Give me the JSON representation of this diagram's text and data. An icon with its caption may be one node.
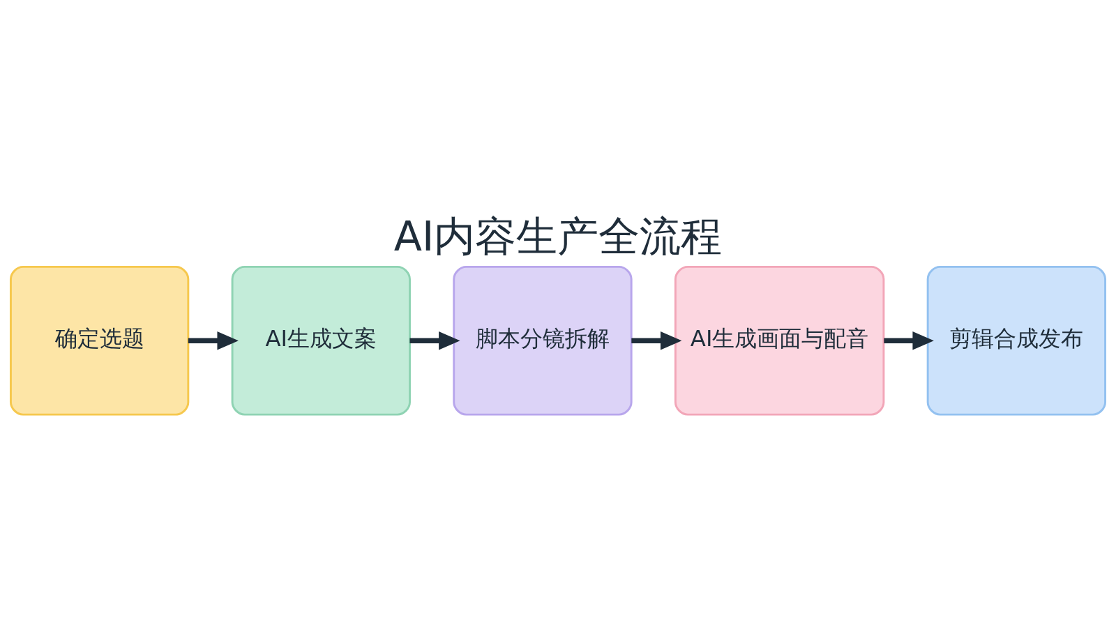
{
  "diagram": {
    "title": "AI内容生产全流程",
    "nodes": [
      {
        "text": [
          "确定选题"
        ]
      },
      {
        "text": [
          "AI生成文案"
        ]
      },
      {
        "text": [
          "脚本分镜拆解"
        ]
      },
      {
        "text": [
          "AI生成画面与配音"
        ]
      },
      {
        "text": [
          "剪辑合成发布"
        ]
      }
    ],
    "edges": [
      {
        "from": 0,
        "to": 1,
        "arrow": "to"
      },
      {
        "from": 1,
        "to": 2,
        "arrow": "to"
      },
      {
        "from": 2,
        "to": 3,
        "arrow": "to"
      },
      {
        "from": 3,
        "to": 4,
        "arrow": "to"
      }
    ]
  }
}
